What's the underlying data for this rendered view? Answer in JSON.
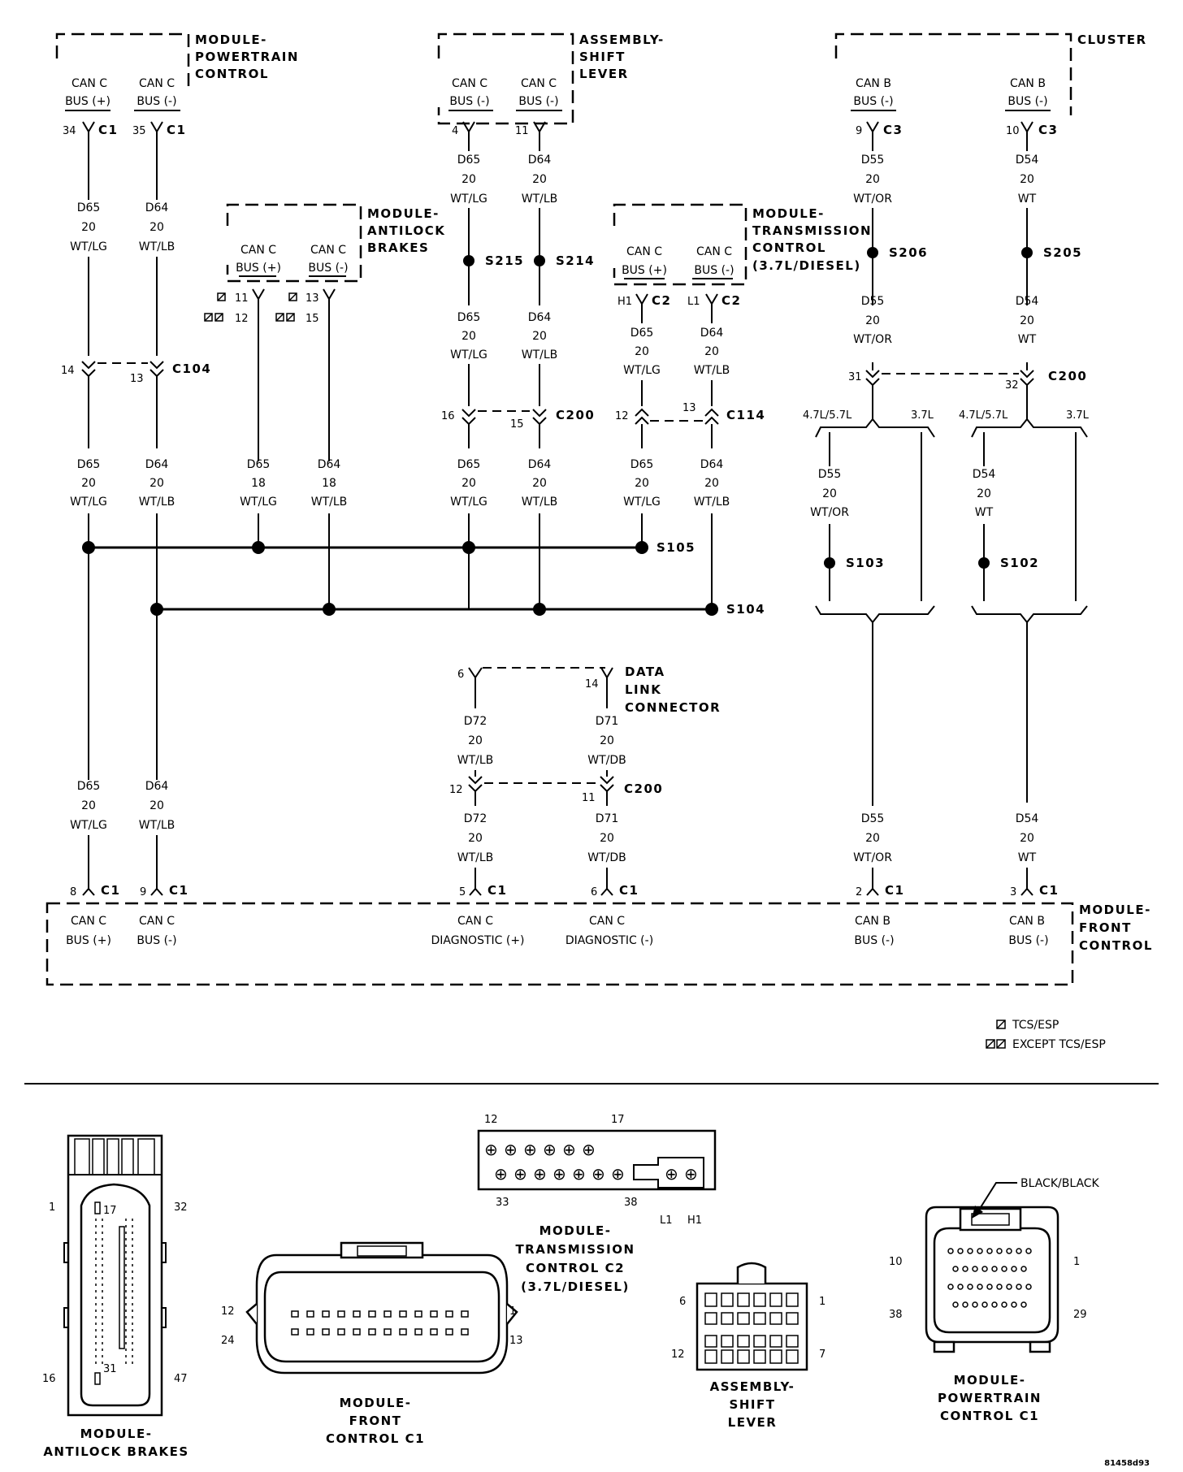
{
  "modules": {
    "pcm": {
      "title_lines": [
        "MODULE-",
        "POWERTRAIN",
        "CONTROL"
      ],
      "pins": [
        {
          "l1": "CAN C",
          "l2": "BUS (+)",
          "pin": "34",
          "conn": "C1"
        },
        {
          "l1": "CAN C",
          "l2": "BUS (-)",
          "pin": "35",
          "conn": "C1"
        }
      ]
    },
    "shift": {
      "title_lines": [
        "ASSEMBLY-",
        "SHIFT",
        "LEVER"
      ],
      "pins": [
        {
          "l1": "CAN C",
          "l2": "BUS (-)",
          "pin": "4"
        },
        {
          "l1": "CAN C",
          "l2": "BUS (-)",
          "pin": "11"
        }
      ]
    },
    "cluster": {
      "title_lines": [
        "CLUSTER"
      ],
      "pins": [
        {
          "l1": "CAN B",
          "l2": "BUS (-)",
          "pin": "9",
          "conn": "C3"
        },
        {
          "l1": "CAN B",
          "l2": "BUS (-)",
          "pin": "10",
          "conn": "C3"
        }
      ]
    },
    "abs": {
      "title_lines": [
        "MODULE-",
        "ANTILOCK",
        "BRAKES"
      ],
      "pins": [
        {
          "l1": "CAN C",
          "l2": "BUS (+)",
          "pin_a": "11",
          "pin_b": "12"
        },
        {
          "l1": "CAN C",
          "l2": "BUS (-)",
          "pin_a": "13",
          "pin_b": "15"
        }
      ]
    },
    "tcm": {
      "title_lines": [
        "MODULE-",
        "TRANSMISSION",
        "CONTROL",
        "(3.7L/DIESEL)"
      ],
      "pins": [
        {
          "l1": "CAN C",
          "l2": "BUS (+)",
          "pin": "H1",
          "conn": "C2"
        },
        {
          "l1": "CAN C",
          "l2": "BUS (-)",
          "pin": "L1",
          "conn": "C2"
        }
      ]
    },
    "fcm": {
      "title_lines": [
        "MODULE-",
        "FRONT",
        "CONTROL"
      ],
      "pins": [
        {
          "l1": "CAN C",
          "l2": "BUS (+)",
          "pin": "8",
          "conn": "C1"
        },
        {
          "l1": "CAN C",
          "l2": "BUS (-)",
          "pin": "9",
          "conn": "C1"
        },
        {
          "l1": "CAN C",
          "l2": "DIAGNOSTIC (+)",
          "pin": "5",
          "conn": "C1"
        },
        {
          "l1": "CAN C",
          "l2": "DIAGNOSTIC (-)",
          "pin": "6",
          "conn": "C1"
        },
        {
          "l1": "CAN B",
          "l2": "BUS (-)",
          "pin": "2",
          "conn": "C1"
        },
        {
          "l1": "CAN B",
          "l2": "BUS (-)",
          "pin": "3",
          "conn": "C1"
        }
      ]
    },
    "dlc": {
      "title_lines": [
        "DATA",
        "LINK",
        "CONNECTOR"
      ],
      "pins": [
        "6",
        "14"
      ]
    }
  },
  "wires": {
    "pcm_p": [
      "D65",
      "20",
      "WT/LG"
    ],
    "pcm_m": [
      "D64",
      "20",
      "WT/LB"
    ],
    "shift_a": [
      "D65",
      "20",
      "WT/LG"
    ],
    "shift_b": [
      "D64",
      "20",
      "WT/LB"
    ],
    "shift_a2": [
      "D65",
      "20",
      "WT/LG"
    ],
    "shift_b2": [
      "D64",
      "20",
      "WT/LB"
    ],
    "clu_a": [
      "D55",
      "20",
      "WT/OR"
    ],
    "clu_b": [
      "D54",
      "20",
      "WT"
    ],
    "clu_a2": [
      "D55",
      "20",
      "WT/OR"
    ],
    "clu_b2": [
      "D54",
      "20",
      "WT"
    ],
    "tcm_p": [
      "D65",
      "20",
      "WT/LG"
    ],
    "tcm_m": [
      "D64",
      "20",
      "WT/LB"
    ],
    "m1": [
      "D65",
      "20",
      "WT/LG"
    ],
    "m2": [
      "D64",
      "20",
      "WT/LB"
    ],
    "m3": [
      "D65",
      "18",
      "WT/LG"
    ],
    "m4": [
      "D64",
      "18",
      "WT/LB"
    ],
    "m5": [
      "D65",
      "20",
      "WT/LG"
    ],
    "m6": [
      "D64",
      "20",
      "WT/LB"
    ],
    "m7": [
      "D65",
      "20",
      "WT/LG"
    ],
    "m8": [
      "D64",
      "20",
      "WT/LB"
    ],
    "r1": [
      "D55",
      "20",
      "WT/OR"
    ],
    "r2": [
      "D54",
      "20",
      "WT"
    ],
    "b1": [
      "D65",
      "20",
      "WT/LG"
    ],
    "b2": [
      "D64",
      "20",
      "WT/LB"
    ],
    "dlc1": [
      "D72",
      "20",
      "WT/LB"
    ],
    "dlc2": [
      "D71",
      "20",
      "WT/DB"
    ],
    "dlc3": [
      "D72",
      "20",
      "WT/LB"
    ],
    "dlc4": [
      "D71",
      "20",
      "WT/DB"
    ],
    "fb1": [
      "D55",
      "20",
      "WT/OR"
    ],
    "fb2": [
      "D54",
      "20",
      "WT"
    ]
  },
  "splices": {
    "s215": "S215",
    "s214": "S214",
    "s206": "S206",
    "s205": "S205",
    "s105": "S105",
    "s104": "S104",
    "s103": "S103",
    "s102": "S102"
  },
  "connectors": {
    "c104": {
      "name": "C104",
      "pins": [
        "14",
        "13"
      ]
    },
    "c200a": {
      "name": "C200",
      "pins": [
        "16",
        "15"
      ]
    },
    "c114": {
      "name": "C114",
      "pins": [
        "12",
        "13"
      ]
    },
    "c200b": {
      "name": "C200",
      "pins": [
        "31",
        "32"
      ]
    },
    "c200c": {
      "name": "C200",
      "pins": [
        "12",
        "11"
      ]
    }
  },
  "variants": {
    "left_a": "4.7L/5.7L",
    "right_a": "3.7L",
    "left_b": "4.7L/5.7L",
    "right_b": "3.7L"
  },
  "legend": {
    "tcs": "TCS/ESP",
    "except": "EXCEPT TCS/ESP"
  },
  "connector_views": {
    "abs": {
      "title_lines": [
        "MODULE-",
        "ANTILOCK BRAKES"
      ],
      "pins": {
        "tl": "1",
        "tr": "32",
        "bl": "16",
        "br": "47",
        "in1": "17",
        "in2": "31"
      }
    },
    "fcm": {
      "title_lines": [
        "MODULE-",
        "FRONT",
        "CONTROL C1"
      ],
      "pins": {
        "tl": "12",
        "tr": "1",
        "bl": "24",
        "br": "13"
      }
    },
    "tcm": {
      "title_lines": [
        "MODULE-",
        "TRANSMISSION",
        "CONTROL C2",
        "(3.7L/DIESEL)"
      ],
      "pins": {
        "tl": "12",
        "tr": "17",
        "bl": "33",
        "br": "38",
        "l1": "L1",
        "h1": "H1"
      }
    },
    "shift": {
      "title_lines": [
        "ASSEMBLY-",
        "SHIFT",
        "LEVER"
      ],
      "pins": {
        "tl": "6",
        "tr": "1",
        "bl": "12",
        "br": "7"
      }
    },
    "pcm": {
      "title_lines": [
        "MODULE-",
        "POWERTRAIN",
        "CONTROL C1"
      ],
      "pins": {
        "tl": "10",
        "tr": "1",
        "bl": "38",
        "br": "29"
      },
      "callout": "BLACK/BLACK"
    }
  },
  "figure_id": "81458d93"
}
